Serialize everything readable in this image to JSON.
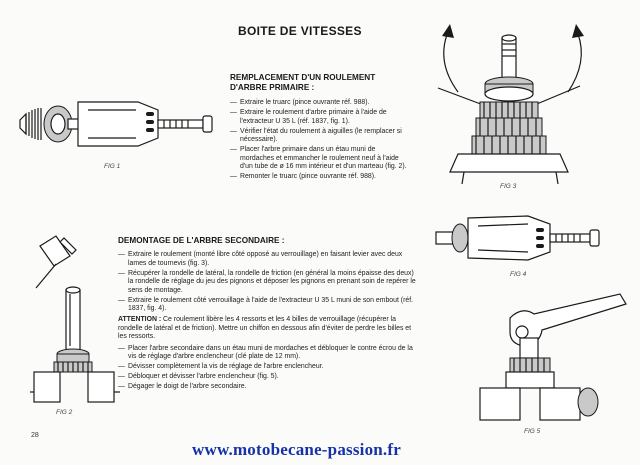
{
  "page": {
    "title": "BOITE DE VITESSES",
    "page_number": "28",
    "footer": "www.motobecane-passion.fr"
  },
  "section1": {
    "title_line1": "REMPLACEMENT D'UN ROULEMENT",
    "title_line2": "D'ARBRE PRIMAIRE :",
    "items": [
      "Extraire le truarc (pince ouvrante réf. 988).",
      "Extraire le roulement d'arbre primaire à l'aide de l'extracteur U 35 L (réf. 1837, fig. 1).",
      "Vérifier l'état du roulement à aiguilles (le remplacer si nécessaire).",
      "Placer l'arbre primaire dans un étau muni de mordaches et emmancher le roulement neuf à l'aide d'un tube de ø 16 mm intérieur et d'un marteau (fig. 2).",
      "Remonter le truarc (pince ouvrante réf. 988)."
    ]
  },
  "section2": {
    "title": "DEMONTAGE DE L'ARBRE SECONDAIRE :",
    "items": [
      "Extraire le roulement (monté libre côté opposé au verrouillage) en faisant levier avec deux lames de tournevis (fig. 3).",
      "Récupérer la rondelle de latéral, la rondelle de friction (en général la moins épaisse des deux) la rondelle de réglage du jeu des pignons et déposer les pignons en prenant soin de repérer le sens de montage.",
      "Extraire le roulement côté verrouillage à l'aide de l'extracteur U 35 L muni de son embout (réf. 1837, fig. 4)."
    ],
    "attention_label": "ATTENTION :",
    "attention_text": "Ce roulement libère les 4 ressorts et les 4 billes de verrouillage (récupérer la rondelle de latéral et de friction). Mettre un chiffon en dessous afin d'éviter de perdre les billes et les ressorts.",
    "items2": [
      "Placer l'arbre secondaire dans un étau muni de mordaches et débloquer le contre écrou de la vis de réglage d'arbre enclencheur (clé plate de 12 mm).",
      "Dévisser complètement la vis de réglage de l'arbre enclencheur.",
      "Débloquer et dévisser l'arbre enclencheur (fig. 5).",
      "Dégager le doigt de l'arbre secondaire."
    ]
  },
  "figures": {
    "fig1": "FIG 1",
    "fig2": "FIG 2",
    "fig3": "FIG 3",
    "fig4": "FIG 4",
    "fig5": "FIG 5"
  },
  "icons": {
    "fig1": "bearing-puller-illustration",
    "fig2": "hammer-tube-vice-illustration",
    "fig3": "gear-shaft-screwdriver-illustration",
    "fig4": "puller-shaft-illustration",
    "fig5": "wrench-vice-illustration"
  }
}
